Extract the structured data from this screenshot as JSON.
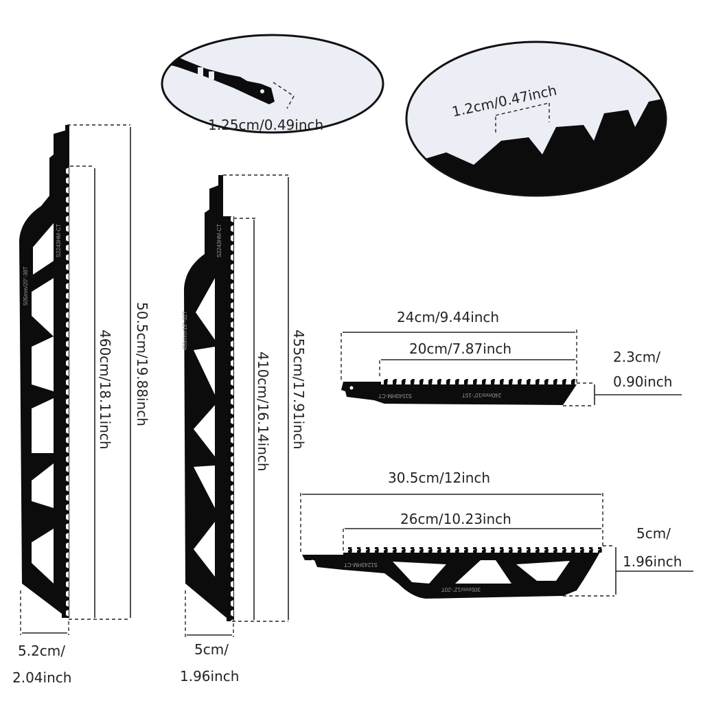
{
  "zoom_details": {
    "shank_width": "1.25cm/0.49inch",
    "shank_engraving": "HM-CT",
    "tooth_pitch": "1.2cm/0.47inch"
  },
  "blades": [
    {
      "id": "blade-505",
      "engraving_model": "S2243HM-CT",
      "engraving_size": "505mm/20\"-38T",
      "total_length": "50.5cm/19.88inch",
      "tooth_length": "460cm/18.11inch",
      "width_line1": "5.2cm/",
      "width_line2": "2.04inch"
    },
    {
      "id": "blade-455",
      "engraving_model": "S2243HM-CT",
      "engraving_size": "455mm/18\"-32T",
      "total_length": "455cm/17.91inch",
      "tooth_length": "410cm/16.14inch",
      "width_line1": "5cm/",
      "width_line2": "1.96inch"
    },
    {
      "id": "blade-240",
      "engraving_model": "S1543HM-CT",
      "engraving_size": "240mm/10\"-15T",
      "total_length": "24cm/9.44inch",
      "tooth_length": "20cm/7.87inch",
      "width_line1": "2.3cm/",
      "width_line2": "0.90inch"
    },
    {
      "id": "blade-305",
      "engraving_model": "S1243HM-CT",
      "engraving_size": "305mm/12\"-20T",
      "total_length": "30.5cm/12inch",
      "tooth_length": "26cm/10.23inch",
      "width_line1": "5cm/",
      "width_line2": "1.96inch"
    }
  ],
  "colors": {
    "blade": "#0c0c0c",
    "zoom_bg": "#eceef5",
    "line": "#222222"
  }
}
